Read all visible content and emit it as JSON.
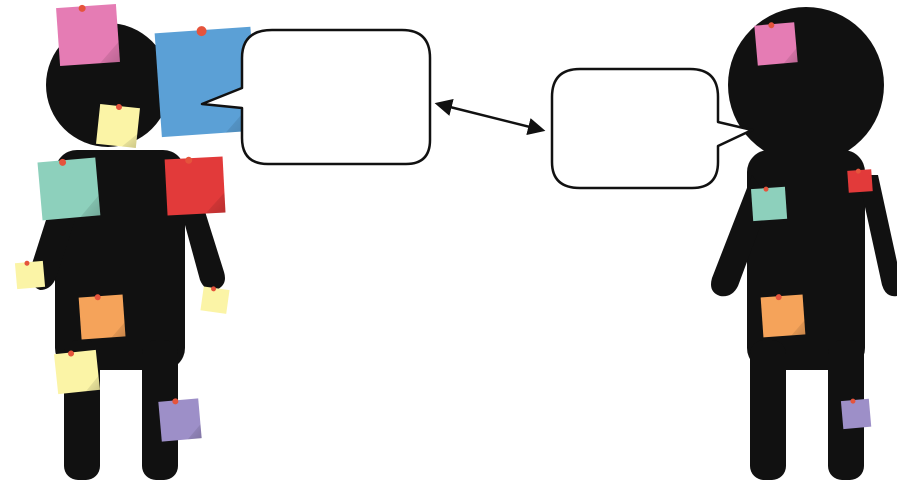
{
  "figures": [
    {
      "id": "left-person",
      "notes": [
        "pink",
        "blue",
        "yellow",
        "teal",
        "red",
        "yellow",
        "yellow",
        "orange",
        "yellow",
        "purple"
      ]
    },
    {
      "id": "right-person",
      "notes": [
        "pink",
        "teal",
        "red",
        "orange",
        "purple"
      ]
    }
  ],
  "speech_bubbles": [
    {
      "id": "left-bubble",
      "text": ""
    },
    {
      "id": "right-bubble",
      "text": ""
    }
  ],
  "connector": {
    "type": "double-headed-arrow"
  },
  "colors": {
    "figure": "#111111",
    "pink": "#e57cb4",
    "blue": "#5ba0d6",
    "yellow": "#fbf4a6",
    "teal": "#8dd0bc",
    "red": "#e23a3a",
    "orange": "#f5a35a",
    "purple": "#9d8fc8",
    "pin": "#e5543c",
    "bubble_stroke": "#111111",
    "bubble_fill": "#ffffff"
  }
}
